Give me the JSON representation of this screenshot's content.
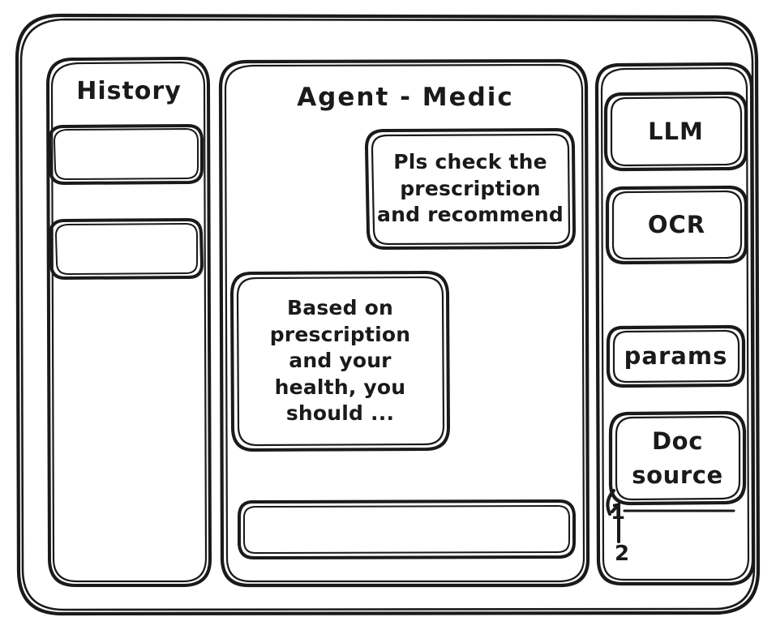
{
  "window": {
    "name": "agent-medic-wireframe",
    "style": "hand-drawn-sketch",
    "stroke_color": "#1a1a1a",
    "background_color": "#ffffff"
  },
  "sidebar": {
    "title": "History",
    "items": [
      {
        "label": ""
      },
      {
        "label": ""
      }
    ]
  },
  "main": {
    "title": "Agent - Medic",
    "messages": [
      {
        "role": "user",
        "text": "Pls check the\nprescription\nand recommend"
      },
      {
        "role": "assistant",
        "text": "Based on\nprescription\nand your\nhealth, you\nshould ..."
      }
    ],
    "composer": {
      "value": "",
      "placeholder": ""
    }
  },
  "right_panel": {
    "tools": [
      {
        "label": "LLM"
      },
      {
        "label": "OCR"
      }
    ],
    "settings": [
      {
        "label": "params"
      }
    ],
    "doc_source": {
      "label": "Doc\nsource",
      "entries": [
        {
          "label": "1"
        },
        {
          "label": "2"
        }
      ]
    }
  }
}
